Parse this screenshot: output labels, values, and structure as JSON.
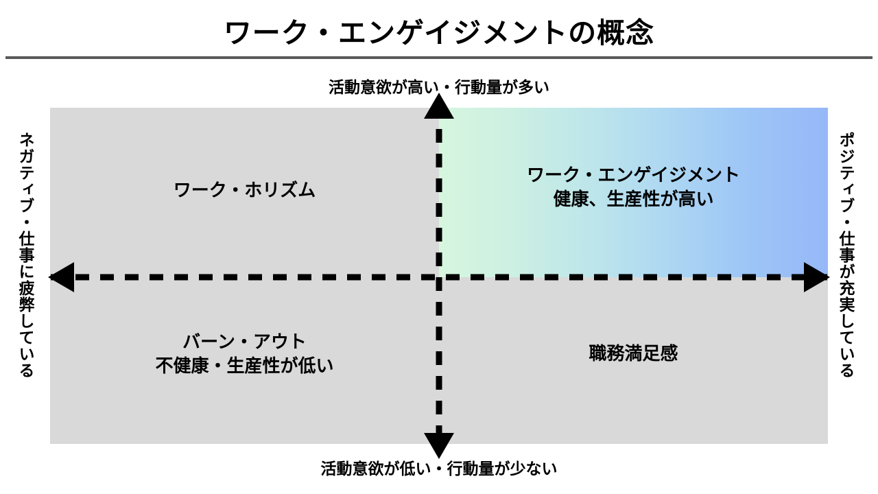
{
  "header": {
    "title": "ワーク・エンゲイジメントの概念"
  },
  "axes": {
    "vertical": {
      "top_label": "活動意欲が高い・行動量が多い",
      "bottom_label": "活動意欲が低い・行動量が少ない"
    },
    "horizontal": {
      "left_label": "ネガティブ・仕事に疲弊している",
      "right_label": "ポジティブ・仕事が充実している"
    }
  },
  "quadrants": {
    "top_left": {
      "name": "workaholism",
      "text": "ワーク・ホリズム",
      "fill": "#d9d9d9"
    },
    "top_right": {
      "name": "work-engagement",
      "text": "ワーク・エンゲイジメント\n健康、生産性が高い",
      "gradient_from": "#d6f6de",
      "gradient_to": "#96b8f8"
    },
    "bottom_left": {
      "name": "burnout",
      "text": "バーン・アウト\n不健康・生産性が低い",
      "fill": "#d9d9d9"
    },
    "bottom_right": {
      "name": "job-satisfaction",
      "text": "職務満足感",
      "fill": "#d9d9d9"
    }
  },
  "style": {
    "axis_color": "#000000",
    "rule_color": "#595959",
    "background": "#ffffff"
  }
}
